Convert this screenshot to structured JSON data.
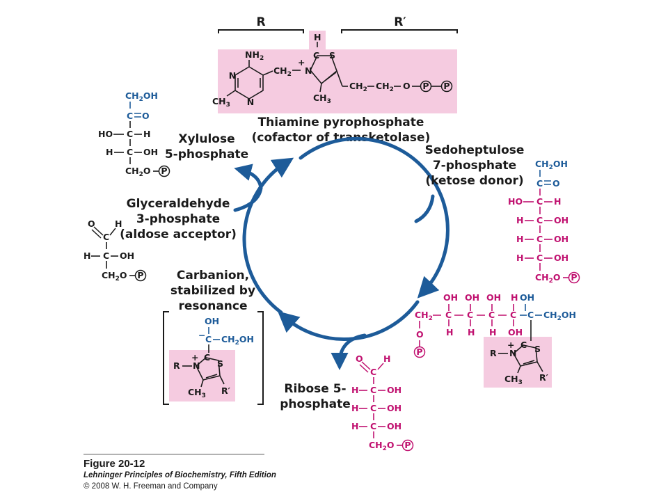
{
  "colors": {
    "blue": "#1d5b99",
    "magenta": "#c0106f",
    "black": "#1a1a1a",
    "arrow": "#1d5b99",
    "highlight": "#f5cbe0",
    "caption_rule": "#999999"
  },
  "labels": {
    "r": "R",
    "r_prime": "R′",
    "tpp_title": "Thiamine pyrophosphate",
    "tpp_subtitle": "(cofactor of transketolase)",
    "xylulose_1": "Xylulose",
    "xylulose_2": "5-phosphate",
    "sedo_1": "Sedoheptulose",
    "sedo_2": "7-phosphate",
    "sedo_3": "(ketose donor)",
    "gly_1": "Glyceraldehyde",
    "gly_2": "3-phosphate",
    "gly_3": "(aldose acceptor)",
    "carb_1": "Carbanion,",
    "carb_2": "stabilized by",
    "carb_3": "resonance",
    "ribose_1": "Ribose 5-",
    "ribose_2": "phosphate"
  },
  "atoms": {
    "h": "H",
    "c": "C",
    "s": "S",
    "n": "N",
    "o": "O",
    "plus": "+",
    "minus": "−",
    "p": "P",
    "r": "R",
    "r_prime": "R′",
    "nh2": "NH",
    "ch3": "CH",
    "ch2": "CH",
    "sub2": "2",
    "sub3": "3",
    "ch2oh": "CH",
    "oh_tail": "OH",
    "ch2o": "CH",
    "o_tail": "O",
    "ho": "HO",
    "oh": "OH",
    "eq_o": "O",
    "bond_h": "H"
  },
  "caption": {
    "figure": "Figure 20-12",
    "book": "Lehninger Principles of Biochemistry, Fifth Edition",
    "copyright": "© 2008 W. H. Freeman and Company"
  }
}
